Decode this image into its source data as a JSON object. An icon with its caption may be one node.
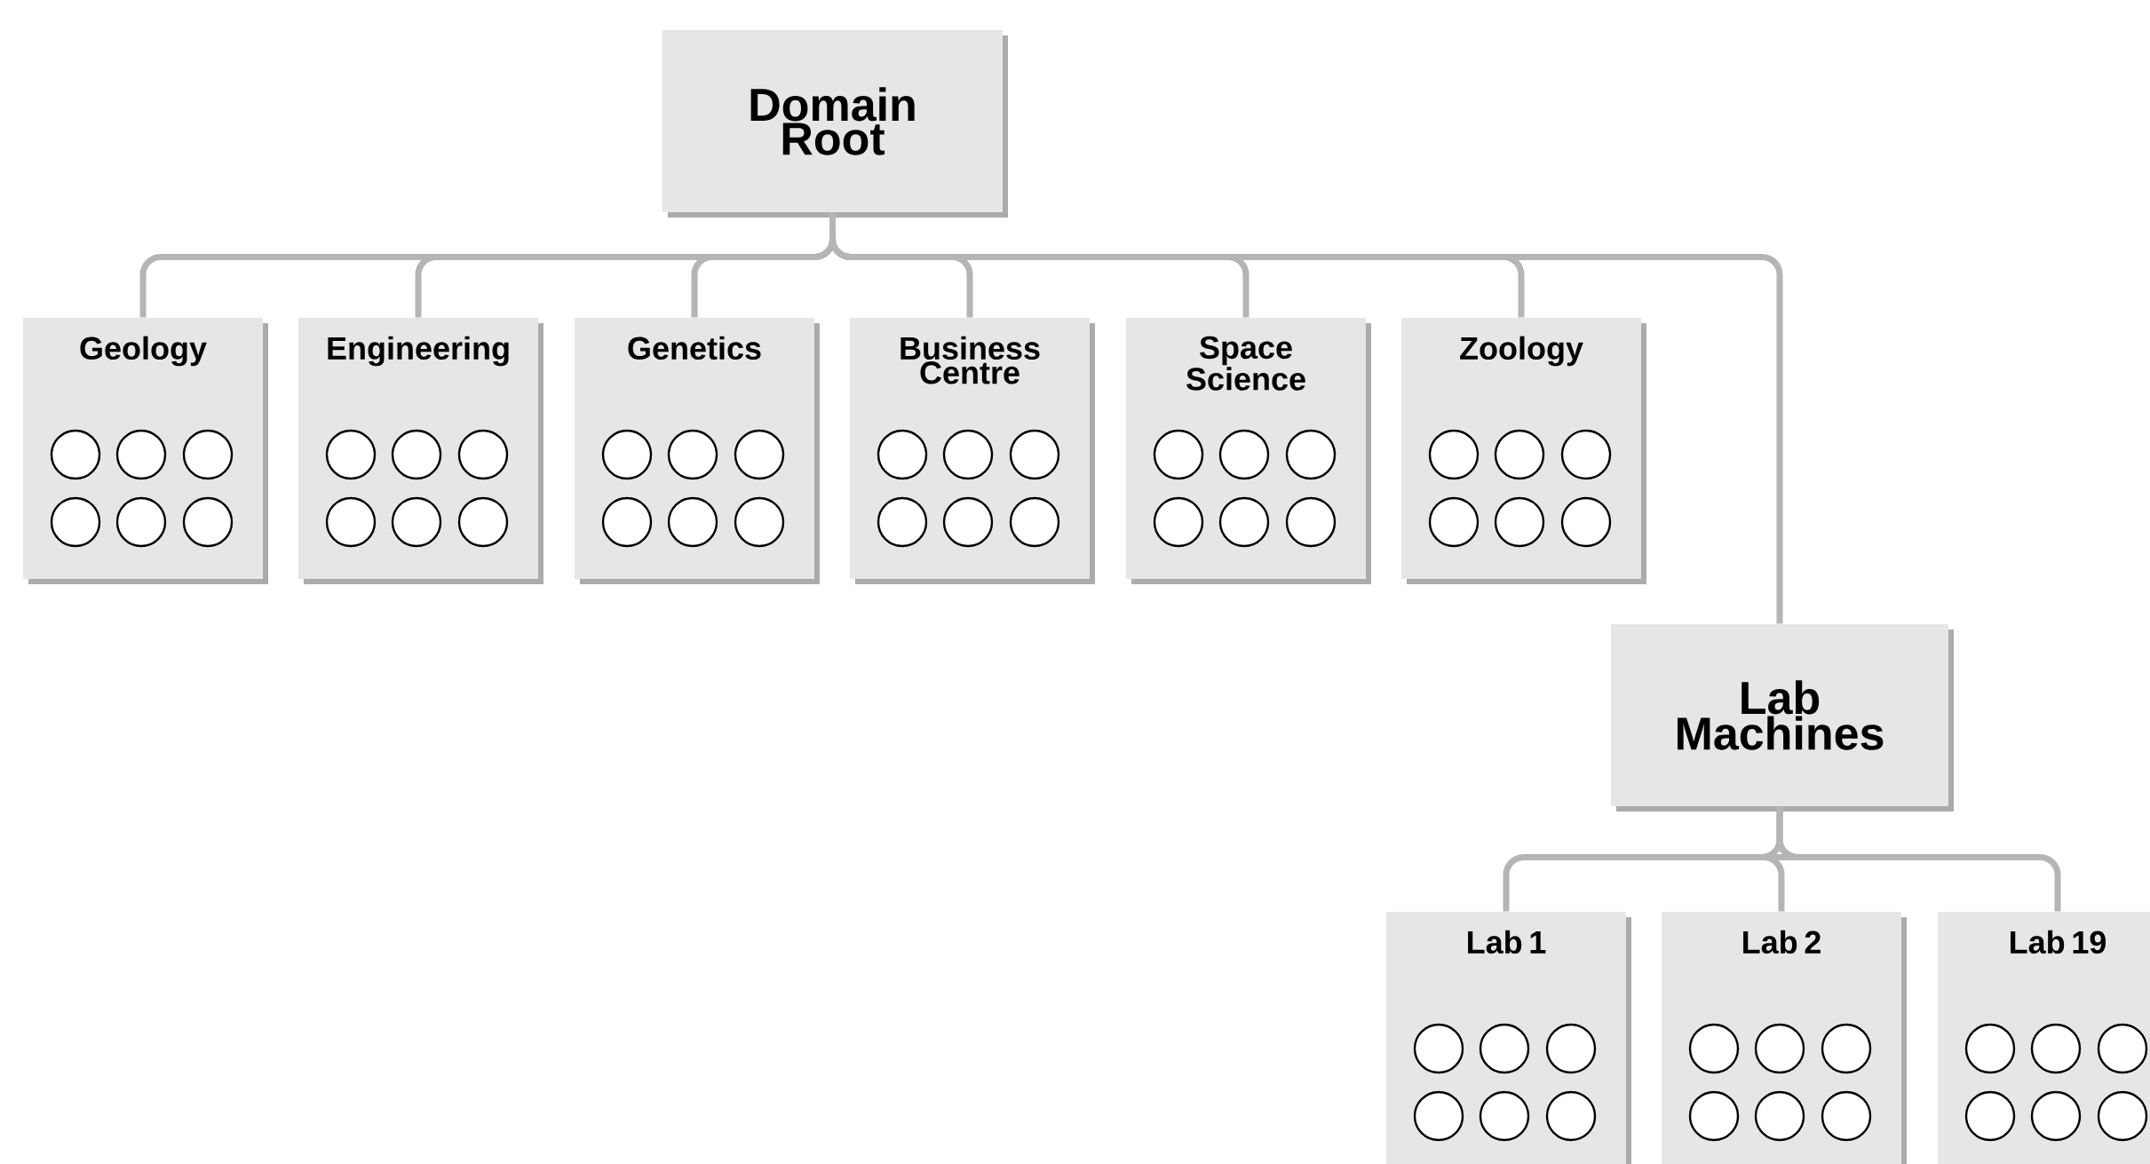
{
  "diagram": {
    "nodes": [
      {
        "text": [
          "Domain Root"
        ]
      },
      {
        "text": [
          "Geology"
        ]
      },
      {
        "text": [
          "Engineering"
        ]
      },
      {
        "text": [
          "Genetics"
        ]
      },
      {
        "text": [
          "Business Centre"
        ]
      },
      {
        "text": [
          "Space Science"
        ]
      },
      {
        "text": [
          "Zoology"
        ]
      },
      {
        "text": [
          "Lab Machines"
        ]
      },
      {
        "text": [
          "Lab 1"
        ]
      },
      {
        "text": [
          "Lab 2"
        ]
      },
      {
        "text": [
          "Lab 19"
        ]
      }
    ],
    "edges": [
      {
        "from": 0,
        "to": 1,
        "arrow": "none"
      },
      {
        "from": 0,
        "to": 2,
        "arrow": "none"
      },
      {
        "from": 0,
        "to": 3,
        "arrow": "none"
      },
      {
        "from": 0,
        "to": 4,
        "arrow": "none"
      },
      {
        "from": 0,
        "to": 5,
        "arrow": "none"
      },
      {
        "from": 0,
        "to": 6,
        "arrow": "none"
      },
      {
        "from": 0,
        "to": 7,
        "arrow": "none"
      },
      {
        "from": 7,
        "to": 8,
        "arrow": "none"
      },
      {
        "from": 7,
        "to": 9,
        "arrow": "none"
      },
      {
        "from": 7,
        "to": 10,
        "arrow": "none"
      }
    ]
  }
}
